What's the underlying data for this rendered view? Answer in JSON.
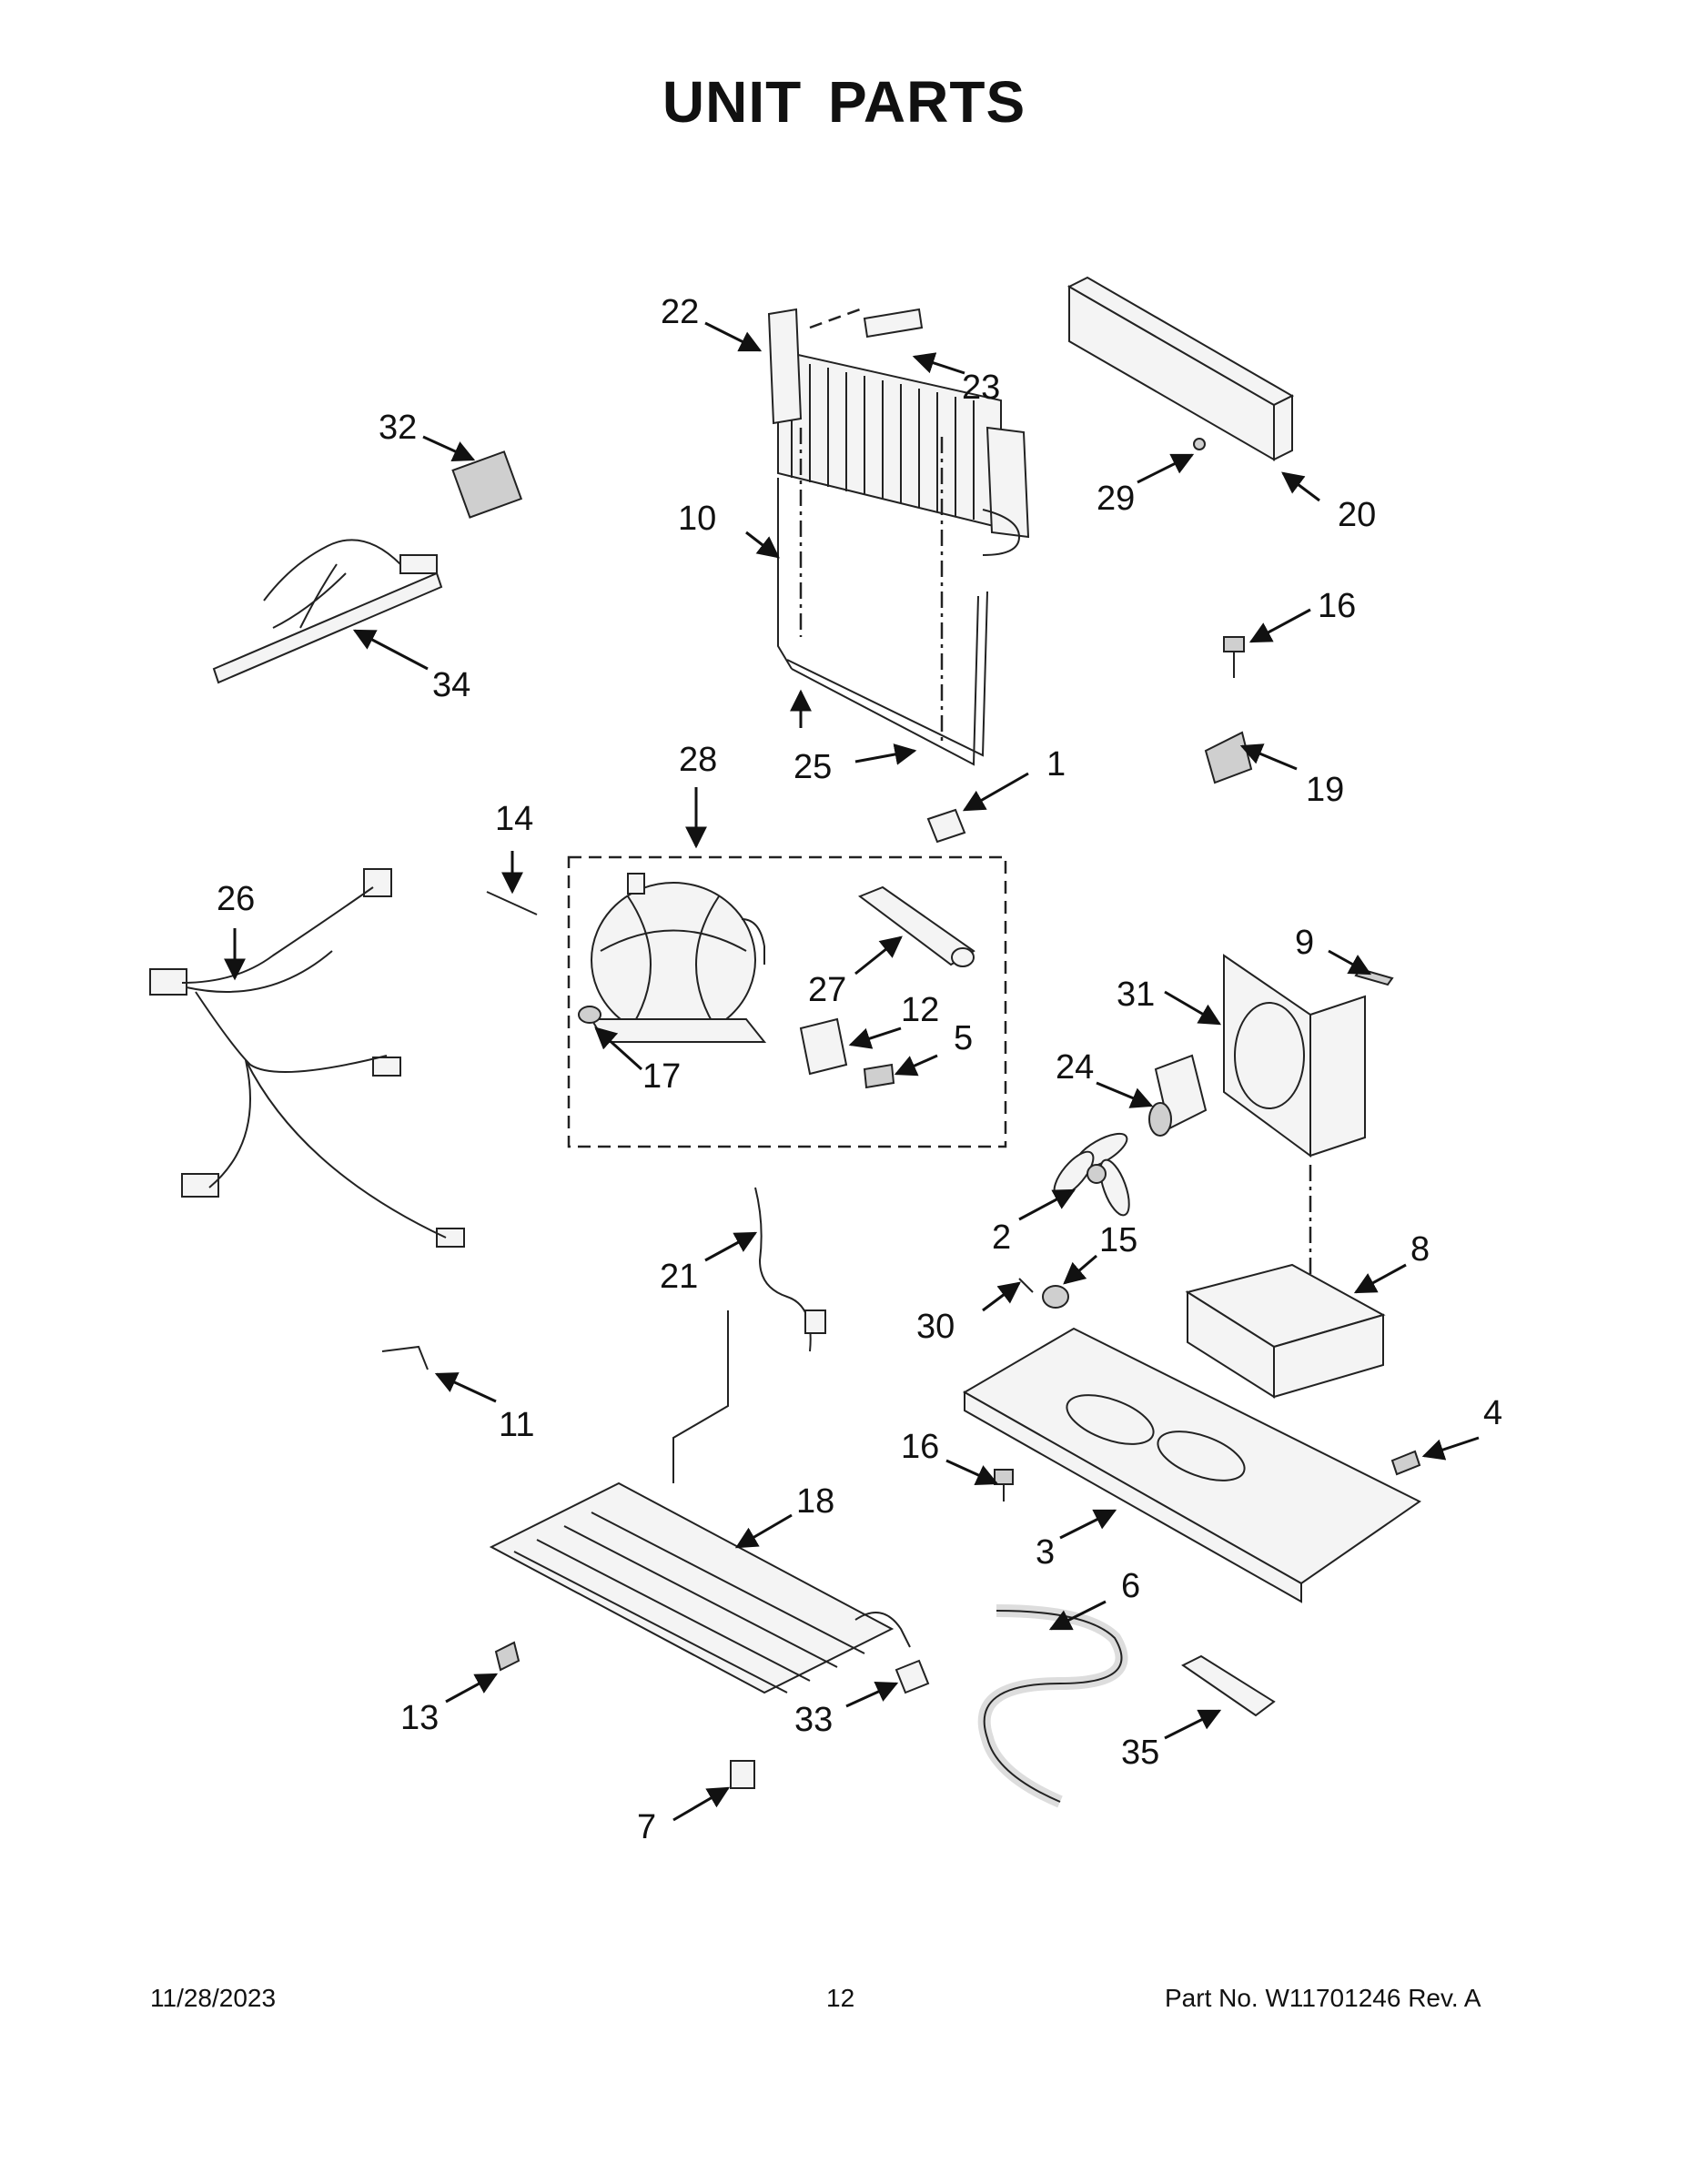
{
  "title": "UNIT PARTS",
  "callouts": [
    {
      "id": "c22",
      "label": "22"
    },
    {
      "id": "c23",
      "label": "23"
    },
    {
      "id": "c32",
      "label": "32"
    },
    {
      "id": "c10",
      "label": "10"
    },
    {
      "id": "c29",
      "label": "29"
    },
    {
      "id": "c20",
      "label": "20"
    },
    {
      "id": "c16a",
      "label": "16"
    },
    {
      "id": "c34",
      "label": "34"
    },
    {
      "id": "c19",
      "label": "19"
    },
    {
      "id": "c25",
      "label": "25"
    },
    {
      "id": "c28",
      "label": "28"
    },
    {
      "id": "c1",
      "label": "1"
    },
    {
      "id": "c14",
      "label": "14"
    },
    {
      "id": "c26",
      "label": "26"
    },
    {
      "id": "c9",
      "label": "9"
    },
    {
      "id": "c27",
      "label": "27"
    },
    {
      "id": "c12",
      "label": "12"
    },
    {
      "id": "c31",
      "label": "31"
    },
    {
      "id": "c5",
      "label": "5"
    },
    {
      "id": "c24",
      "label": "24"
    },
    {
      "id": "c17",
      "label": "17"
    },
    {
      "id": "c2",
      "label": "2"
    },
    {
      "id": "c15",
      "label": "15"
    },
    {
      "id": "c21",
      "label": "21"
    },
    {
      "id": "c8",
      "label": "8"
    },
    {
      "id": "c30",
      "label": "30"
    },
    {
      "id": "c11",
      "label": "11"
    },
    {
      "id": "c4",
      "label": "4"
    },
    {
      "id": "c16b",
      "label": "16"
    },
    {
      "id": "c18",
      "label": "18"
    },
    {
      "id": "c3",
      "label": "3"
    },
    {
      "id": "c6",
      "label": "6"
    },
    {
      "id": "c13",
      "label": "13"
    },
    {
      "id": "c33",
      "label": "33"
    },
    {
      "id": "c35",
      "label": "35"
    },
    {
      "id": "c7",
      "label": "7"
    }
  ],
  "footer": {
    "date": "11/28/2023",
    "page_number": "12",
    "part_number": "Part No.  W11701246  Rev.  A"
  }
}
